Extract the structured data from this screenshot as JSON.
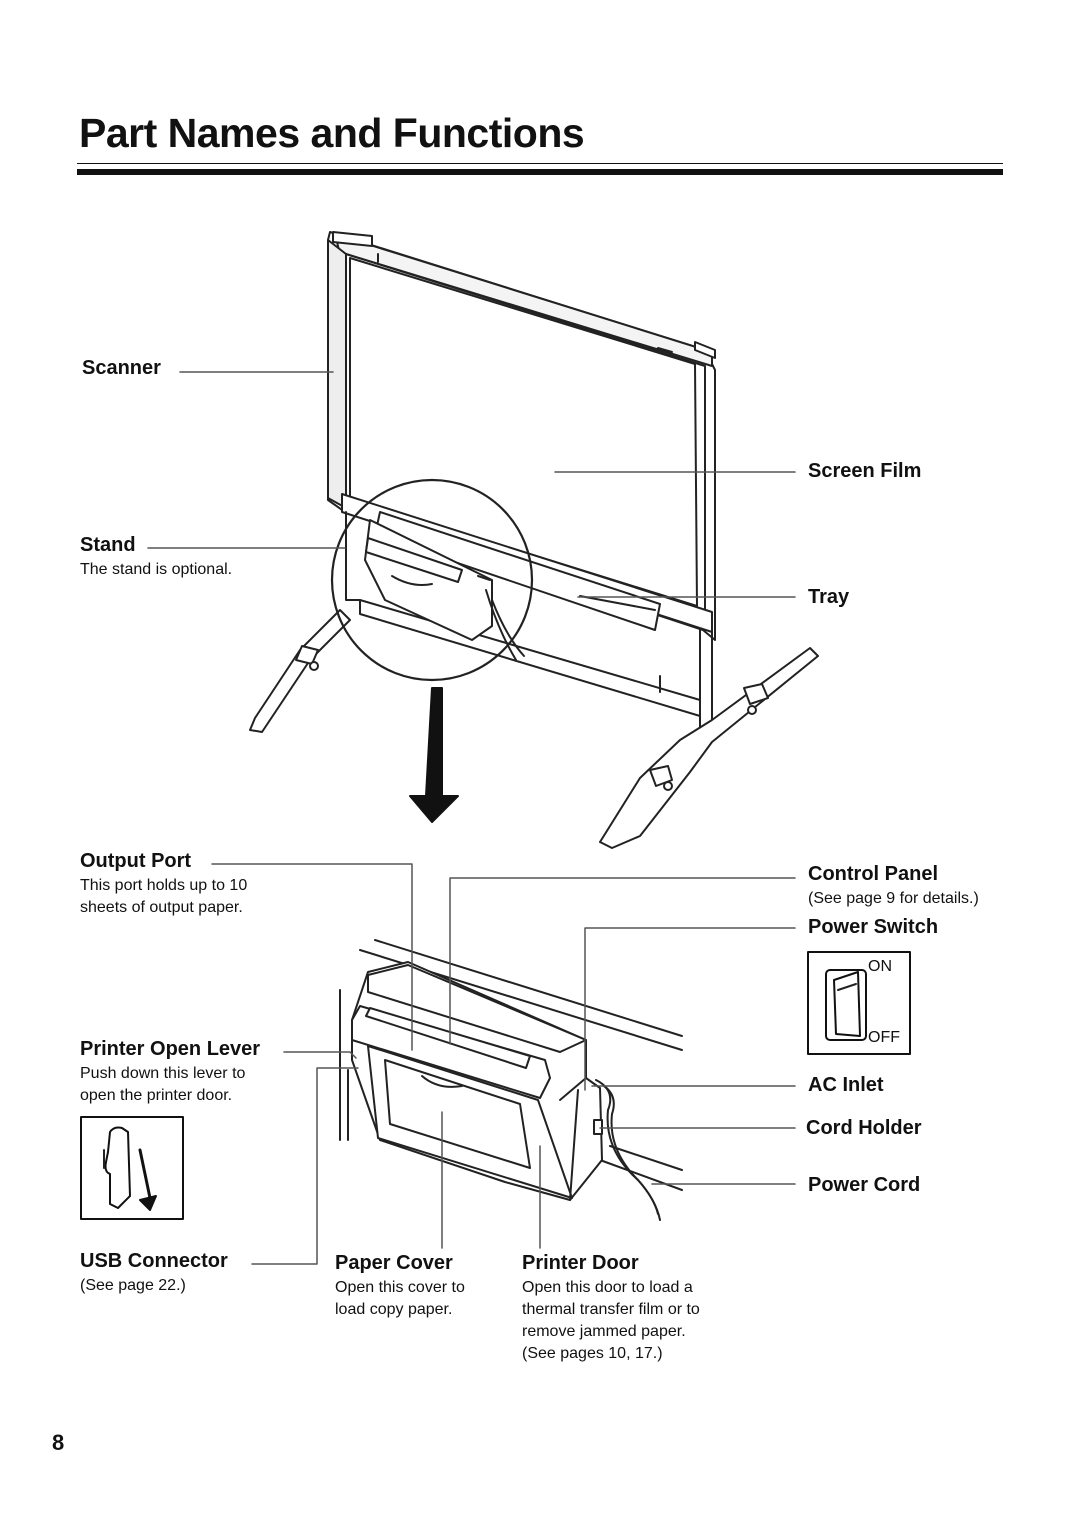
{
  "page": {
    "title": "Part Names and Functions",
    "page_number": "8"
  },
  "labels": {
    "scanner": "Scanner",
    "screen_film": "Screen Film",
    "stand": "Stand",
    "stand_desc": "The stand is optional.",
    "tray": "Tray",
    "output_port": "Output Port",
    "output_port_desc": [
      "This port holds up to 10",
      "sheets of output paper."
    ],
    "control_panel": "Control Panel",
    "control_panel_desc": "(See page 9 for details.)",
    "power_switch": "Power Switch",
    "switch_on": "ON",
    "switch_off": "OFF",
    "printer_open_lever": "Printer Open Lever",
    "printer_open_lever_desc": [
      "Push down this lever to",
      "open the printer door."
    ],
    "ac_inlet": "AC Inlet",
    "cord_holder": "Cord Holder",
    "power_cord": "Power Cord",
    "usb_connector": "USB Connector",
    "usb_connector_desc": "(See page 22.)",
    "paper_cover": "Paper Cover",
    "paper_cover_desc": [
      "Open this cover to",
      "load copy paper."
    ],
    "printer_door": "Printer Door",
    "printer_door_desc": [
      "Open this door to load a",
      "thermal transfer film or to",
      "remove jammed paper.",
      "(See pages 10, 17.)"
    ]
  },
  "icons": {
    "arrow": "down-arrow-icon",
    "lever": "lever-push-icon",
    "switch": "power-switch-icon"
  }
}
